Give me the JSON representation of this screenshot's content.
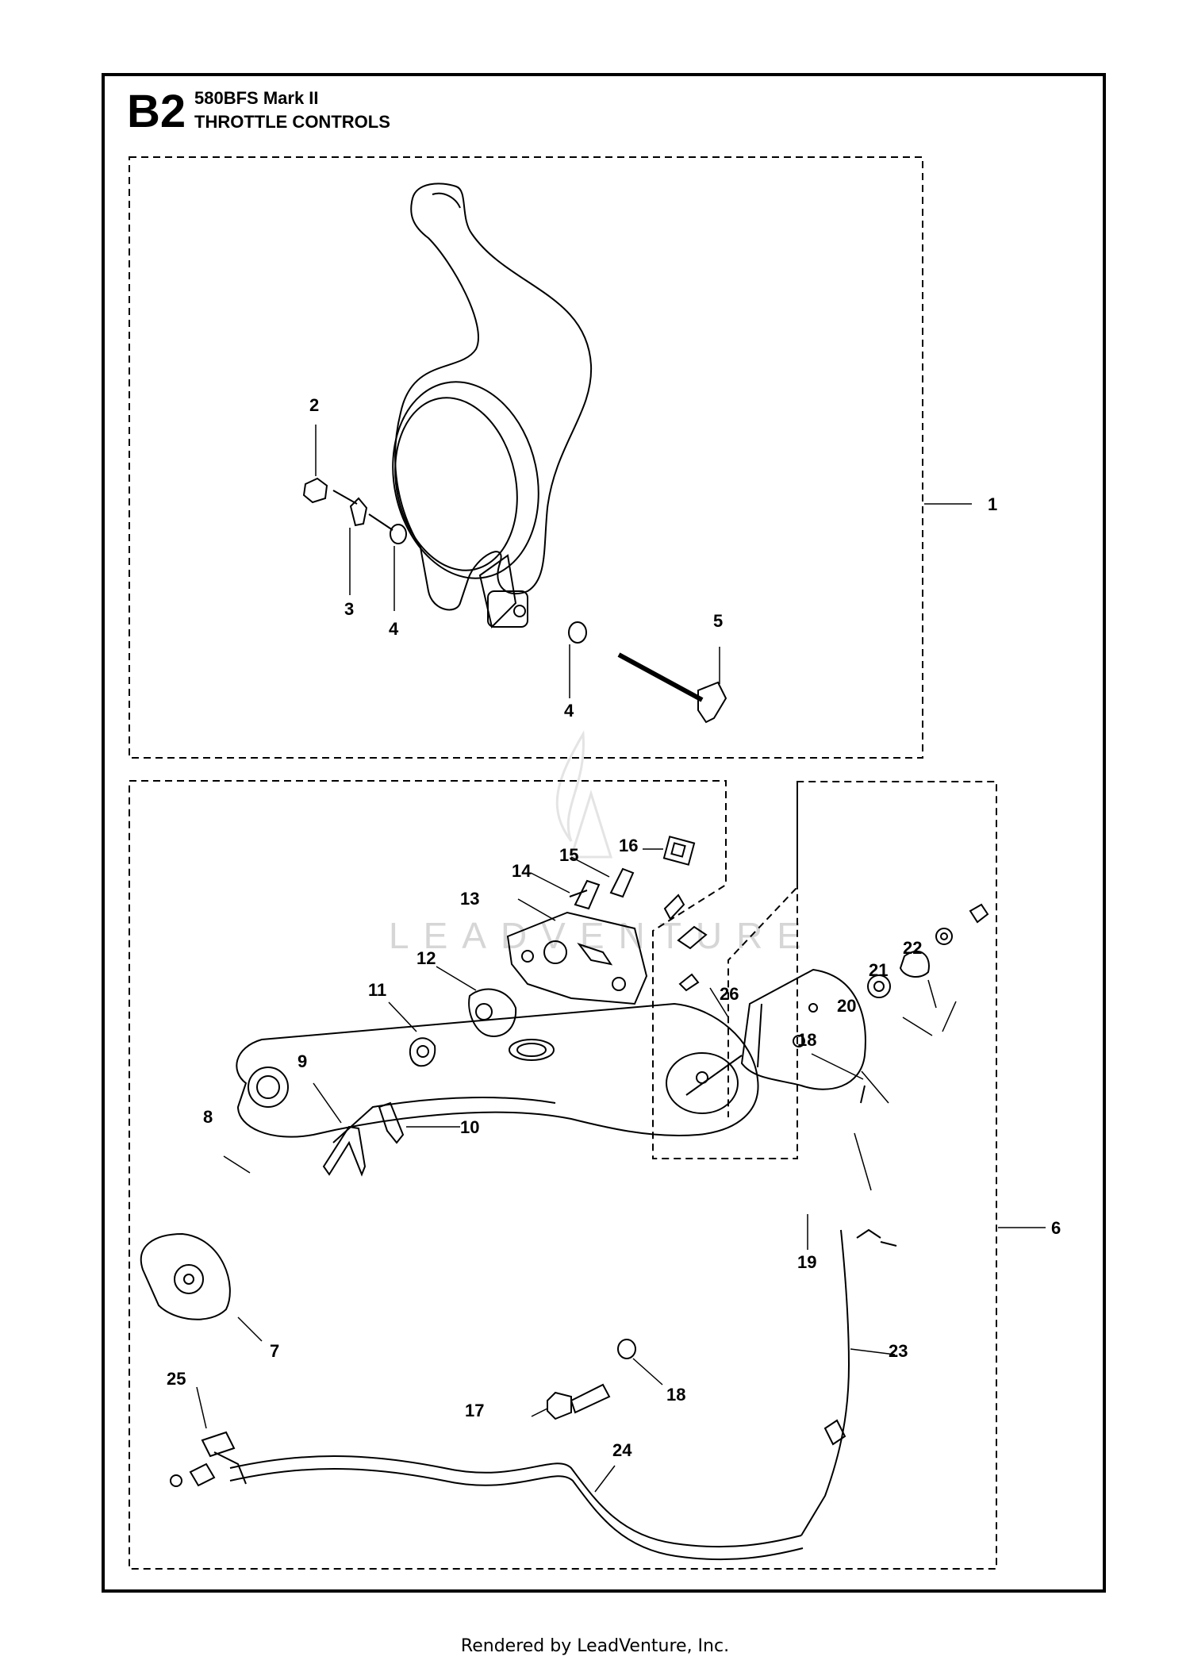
{
  "header": {
    "section_code": "B2",
    "model": "580BFS Mark II",
    "title": "THROTTLE CONTROLS"
  },
  "watermark": "LEADVENTURE",
  "footer": "Rendered by LeadVenture, Inc.",
  "callouts": [
    "1",
    "2",
    "3",
    "4",
    "4",
    "5",
    "6",
    "7",
    "8",
    "9",
    "10",
    "11",
    "12",
    "13",
    "14",
    "15",
    "16",
    "17",
    "18",
    "18",
    "19",
    "20",
    "21",
    "22",
    "23",
    "24",
    "25",
    "26"
  ]
}
